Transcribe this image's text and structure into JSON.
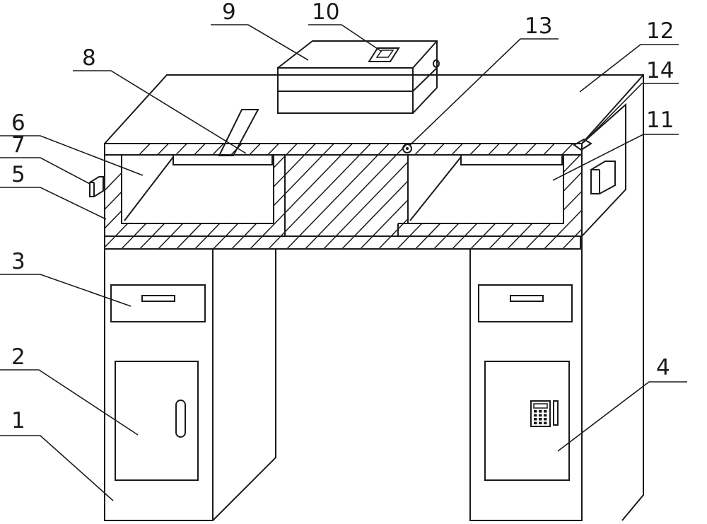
{
  "diagram": {
    "colors": {
      "line": "#1a1a1a",
      "background": "#ffffff"
    },
    "labels": [
      {
        "id": "1",
        "text": "1"
      },
      {
        "id": "2",
        "text": "2"
      },
      {
        "id": "3",
        "text": "3"
      },
      {
        "id": "4",
        "text": "4"
      },
      {
        "id": "5",
        "text": "5"
      },
      {
        "id": "6",
        "text": "6"
      },
      {
        "id": "7",
        "text": "7"
      },
      {
        "id": "8",
        "text": "8"
      },
      {
        "id": "9",
        "text": "9"
      },
      {
        "id": "10",
        "text": "10"
      },
      {
        "id": "11",
        "text": "11"
      },
      {
        "id": "12",
        "text": "12"
      },
      {
        "id": "13",
        "text": "13"
      },
      {
        "id": "14",
        "text": "14"
      }
    ],
    "icons": [
      "keypad-icon",
      "door-handle-icon",
      "drawer-pull-icon",
      "lid-handle-icon",
      "hinge-icon",
      "lock-icon"
    ]
  }
}
